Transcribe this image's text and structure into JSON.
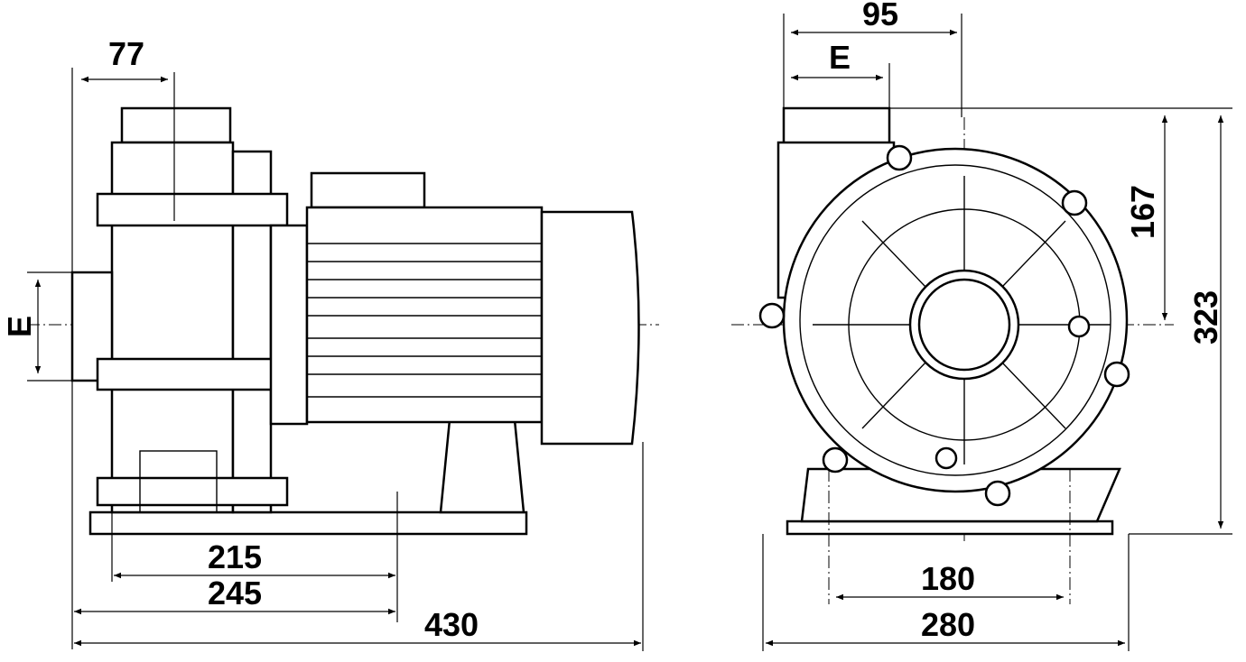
{
  "drawing": {
    "side_view": {
      "dim_outlet_offset": "77",
      "dim_inlet_height": "E",
      "dim_foot_215": "215",
      "dim_foot_245": "245",
      "dim_total_length": "430"
    },
    "front_view": {
      "dim_outlet_95": "95",
      "dim_outlet_e": "E",
      "dim_axis_height_167": "167",
      "dim_total_height": "323",
      "dim_foot_180": "180",
      "dim_base_width": "280"
    }
  }
}
